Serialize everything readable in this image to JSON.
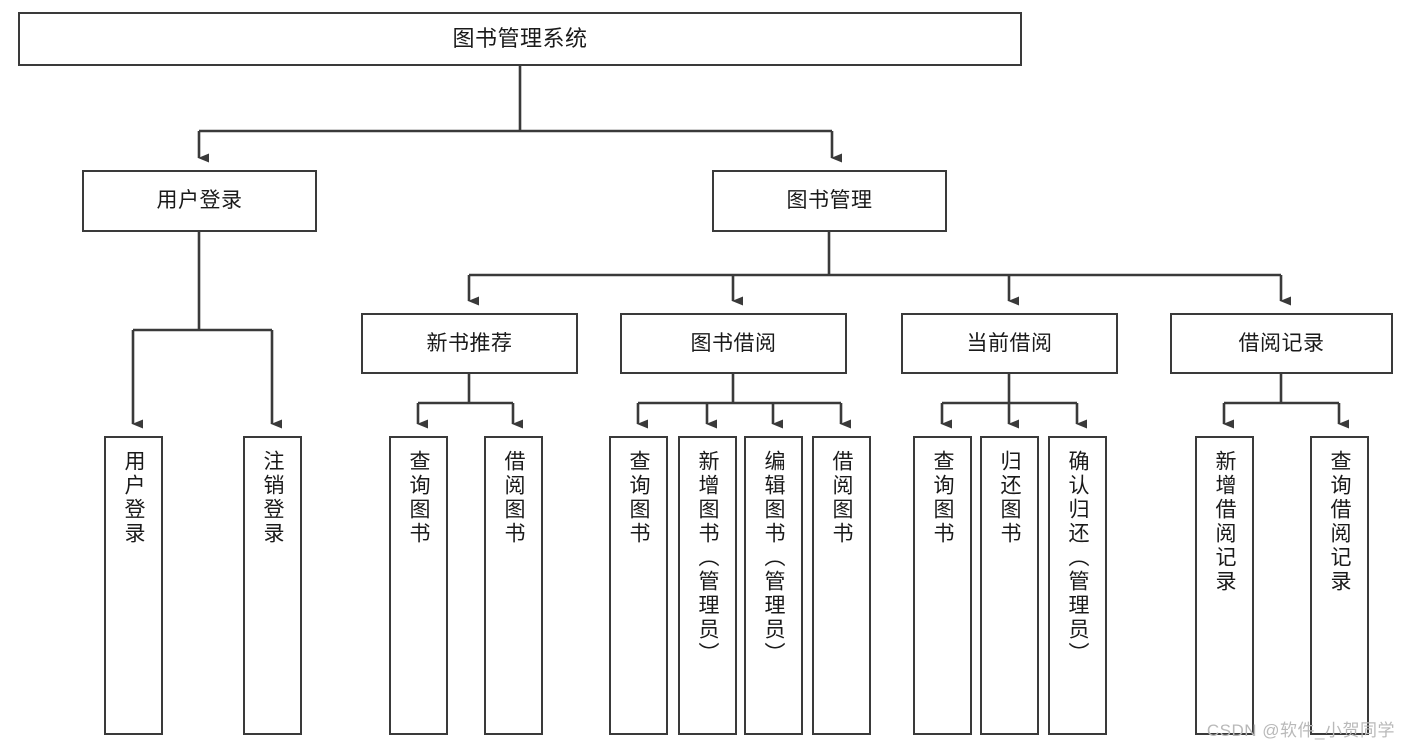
{
  "diagram": {
    "type": "tree-hierarchy",
    "title": "图书管理系统",
    "watermark": "CSDN @软件_小贺同学",
    "colors": {
      "node_border": "#3a3a3a",
      "node_fill": "#ffffff",
      "connector": "#3a3a3a",
      "text": "#1a1a1a",
      "watermark": "#b9b9b9",
      "background": "#ffffff"
    },
    "nodes": {
      "root": {
        "label": "图书管理系统"
      },
      "level2": [
        {
          "label": "用户登录"
        },
        {
          "label": "图书管理"
        }
      ],
      "level3": [
        {
          "label": "新书推荐"
        },
        {
          "label": "图书借阅"
        },
        {
          "label": "当前借阅"
        },
        {
          "label": "借阅记录"
        }
      ],
      "leaves": {
        "user_login": [
          {
            "label": "用户登录"
          },
          {
            "label": "注销登录"
          }
        ],
        "new_book_recommend": [
          {
            "label": "查询图书"
          },
          {
            "label": "借阅图书"
          }
        ],
        "book_borrow": [
          {
            "label": "查询图书"
          },
          {
            "label": "新增图书（管理员）"
          },
          {
            "label": "编辑图书（管理员）"
          },
          {
            "label": "借阅图书"
          }
        ],
        "current_borrow": [
          {
            "label": "查询图书"
          },
          {
            "label": "归还图书"
          },
          {
            "label": "确认归还（管理员）"
          }
        ],
        "borrow_record": [
          {
            "label": "新增借阅记录"
          },
          {
            "label": "查询借阅记录"
          }
        ]
      }
    }
  }
}
